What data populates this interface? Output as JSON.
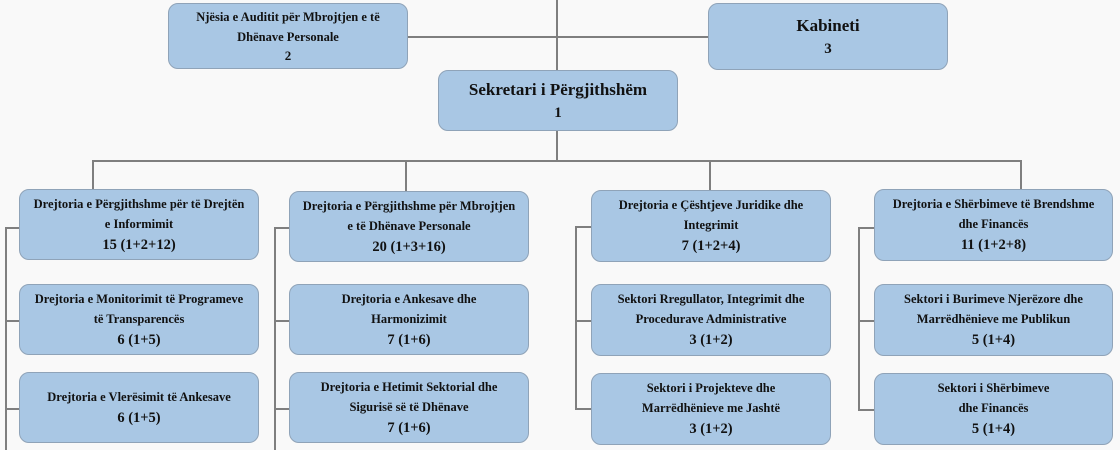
{
  "top": {
    "audit": {
      "title": "Njësia e Auditit për Mbrojtjen e të Dhënave Personale",
      "count": "2"
    },
    "cabinet": {
      "title": "Kabineti",
      "count": "3"
    },
    "secretary": {
      "title": "Sekretari i Përgjithshëm",
      "count": "1"
    }
  },
  "columns": [
    {
      "units": [
        {
          "title": "Drejtoria e Përgjithshme për të Drejtën e Informimit",
          "count": "15 (1+2+12)"
        },
        {
          "title": "Drejtoria e Monitorimit të Programeve të Transparencës",
          "count": "6 (1+5)"
        },
        {
          "title": "Drejtoria e Vlerësimit të Ankesave",
          "count": "6 (1+5)"
        }
      ]
    },
    {
      "units": [
        {
          "title": "Drejtoria e Përgjithshme për Mbrojtjen e të Dhënave Personale",
          "count": "20 (1+3+16)"
        },
        {
          "title": "Drejtoria e Ankesave dhe Harmonizimit",
          "count": "7 (1+6)"
        },
        {
          "title": "Drejtoria e Hetimit Sektorial dhe Sigurisë së të Dhënave",
          "count": "7 (1+6)"
        }
      ]
    },
    {
      "units": [
        {
          "title": "Drejtoria e Çështjeve Juridike dhe Integrimit",
          "count": "7 (1+2+4)"
        },
        {
          "title": "Sektori Rregullator, Integrimit dhe Procedurave Administrative",
          "count": "3 (1+2)"
        },
        {
          "title": "Sektori i Projekteve dhe Marrëdhënieve me Jashtë",
          "count": "3 (1+2)"
        }
      ]
    },
    {
      "units": [
        {
          "title": "Drejtoria e Shërbimeve të Brendshme dhe Financës",
          "count": "11 (1+2+8)"
        },
        {
          "title": "Sektori i Burimeve Njerëzore dhe Marrëdhënieve me Publikun",
          "count": "5 (1+4)"
        },
        {
          "title": "Sektori i Shërbimeve dhe Financës",
          "count": "5 (1+4)"
        }
      ]
    }
  ]
}
